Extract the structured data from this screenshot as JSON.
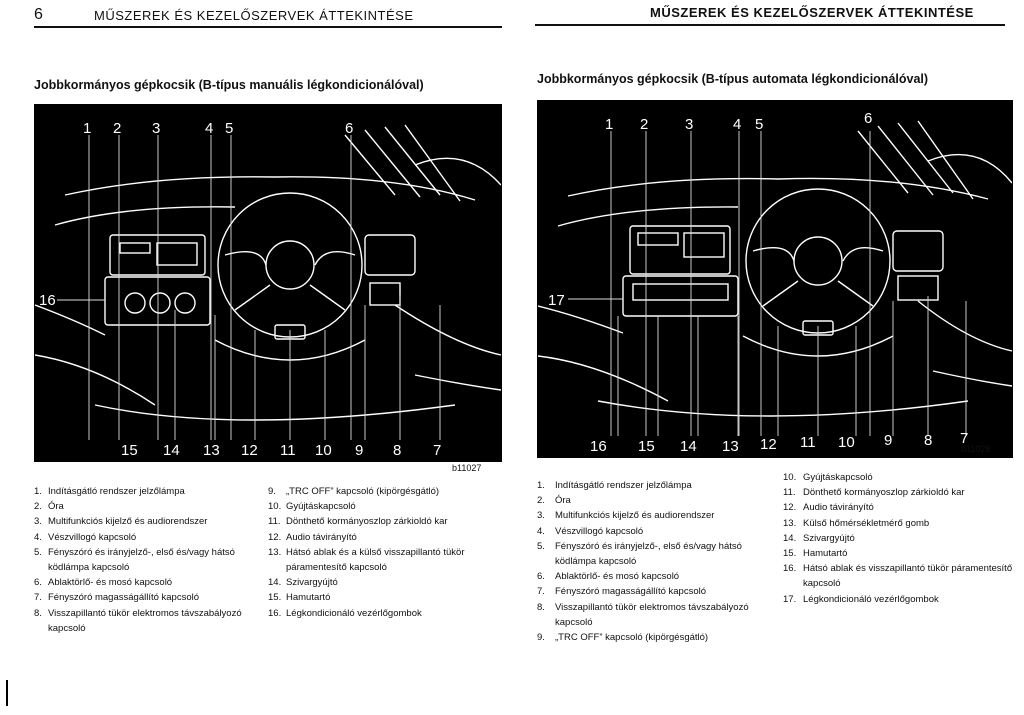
{
  "left": {
    "page_number": "6",
    "header": "MŰSZEREK ÉS KEZELŐSZERVEK ÁTTEKINTÉSE",
    "section_title": "Jobbkormányos gépkocsik (B-típus manuális légkondicionálóval)",
    "top_labels": [
      "1",
      "2",
      "3",
      "4",
      "5",
      "6"
    ],
    "side_label": "16",
    "bottom_labels": [
      "15",
      "14",
      "13",
      "12",
      "11",
      "10",
      "9",
      "8",
      "7"
    ],
    "figure_code": "b11027",
    "col1": [
      {
        "n": "1.",
        "t": "Indításgátló rendszer jelzőlámpa"
      },
      {
        "n": "2.",
        "t": "Óra"
      },
      {
        "n": "3.",
        "t": "Multifunkciós kijelző és audiorendszer"
      },
      {
        "n": "4.",
        "t": "Vészvillogó kapcsoló"
      },
      {
        "n": "5.",
        "t": "Fényszóró és irányjelző-, első és/vagy hátsó ködlámpa kapcsoló"
      },
      {
        "n": "6.",
        "t": "Ablaktörlő- és mosó kapcsoló"
      },
      {
        "n": "7.",
        "t": "Fényszóró magasságállító kapcsoló"
      },
      {
        "n": "8.",
        "t": "Visszapillantó tükör elektromos távszabályozó kapcsoló"
      }
    ],
    "col2": [
      {
        "n": "9.",
        "t": "„TRC OFF” kapcsoló (kipörgésgátló)"
      },
      {
        "n": "10.",
        "t": "Gyújtáskapcsoló"
      },
      {
        "n": "11.",
        "t": "Dönthető kormányoszlop zárkioldó kar"
      },
      {
        "n": "12.",
        "t": "Audio távirányító"
      },
      {
        "n": "13.",
        "t": "Hátsó ablak és a külső visszapillantó tükör páramentesítő kapcsoló"
      },
      {
        "n": "14.",
        "t": "Szivargyújtó"
      },
      {
        "n": "15.",
        "t": "Hamutartó"
      },
      {
        "n": "16.",
        "t": "Légkondicionáló vezérlőgombok"
      }
    ]
  },
  "right": {
    "header": "MŰSZEREK ÉS KEZELŐSZERVEK ÁTTEKINTÉSE",
    "section_title": "Jobbkormányos gépkocsik (B-típus automata légkondicionálóval)",
    "top_labels": [
      "1",
      "2",
      "3",
      "4",
      "5",
      "6"
    ],
    "side_label": "17",
    "bottom_labels": [
      "16",
      "15",
      "14",
      "13",
      "12",
      "11",
      "10",
      "9",
      "8",
      "7"
    ],
    "figure_code": "b11028",
    "col1": [
      {
        "n": "1.",
        "t": "Indításgátló rendszer jelzőlámpa"
      },
      {
        "n": "2.",
        "t": "Óra"
      },
      {
        "n": "3.",
        "t": "Multifunkciós kijelző és audiorendszer"
      },
      {
        "n": "4.",
        "t": "Vészvillogó kapcsoló"
      },
      {
        "n": "5.",
        "t": "Fényszóró és irányjelző-, első és/vagy hátsó ködlámpa kapcsoló"
      },
      {
        "n": "6.",
        "t": "Ablaktörlő- és mosó kapcsoló"
      },
      {
        "n": "7.",
        "t": "Fényszóró magasságállító kapcsoló"
      },
      {
        "n": "8.",
        "t": "Visszapillantó tükör elektromos távszabályozó kapcsoló"
      },
      {
        "n": "9.",
        "t": "„TRC OFF” kapcsoló (kipörgésgátló)"
      }
    ],
    "col2": [
      {
        "n": "10.",
        "t": "Gyújtáskapcsoló"
      },
      {
        "n": "11.",
        "t": "Dönthető kormányoszlop zárkioldó kar"
      },
      {
        "n": "12.",
        "t": "Audio távirányító"
      },
      {
        "n": "13.",
        "t": "Külső hőmérsékletmérő gomb"
      },
      {
        "n": "14.",
        "t": "Szivargyújtó"
      },
      {
        "n": "15.",
        "t": "Hamutartó"
      },
      {
        "n": "16.",
        "t": "Hátsó ablak és visszapillantó tükör páramentesítő kapcsoló"
      },
      {
        "n": "17.",
        "t": "Légkondicionáló vezérlőgombok"
      }
    ]
  }
}
